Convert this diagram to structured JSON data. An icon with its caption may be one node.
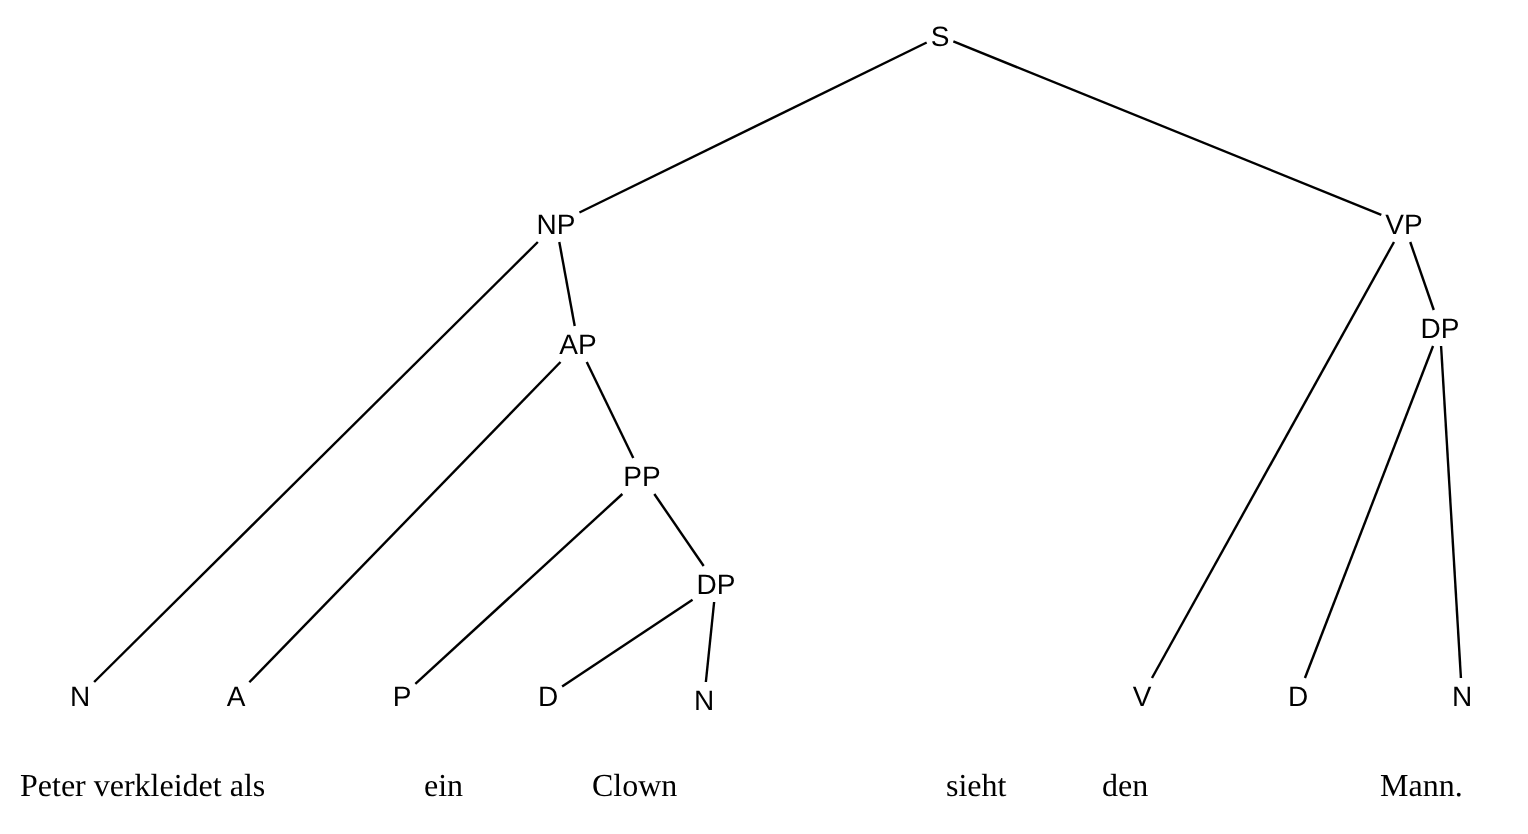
{
  "diagram": {
    "nodes": [
      {
        "text": [
          "S"
        ]
      },
      {
        "text": [
          "NP"
        ]
      },
      {
        "text": [
          "VP"
        ]
      },
      {
        "text": [
          "AP"
        ]
      },
      {
        "text": [
          "DP"
        ]
      },
      {
        "text": [
          "PP"
        ]
      },
      {
        "text": [
          "DP"
        ]
      },
      {
        "text": [
          "N"
        ]
      },
      {
        "text": [
          "A"
        ]
      },
      {
        "text": [
          "P"
        ]
      },
      {
        "text": [
          "D"
        ]
      },
      {
        "text": [
          "N"
        ]
      },
      {
        "text": [
          "V"
        ]
      },
      {
        "text": [
          "D"
        ]
      },
      {
        "text": [
          "N"
        ]
      }
    ],
    "edges": [
      {
        "from": 0,
        "to": 1,
        "arrow": "none"
      },
      {
        "from": 0,
        "to": 2,
        "arrow": "none"
      },
      {
        "from": 1,
        "to": 7,
        "arrow": "none"
      },
      {
        "from": 1,
        "to": 3,
        "arrow": "none"
      },
      {
        "from": 3,
        "to": 8,
        "arrow": "none"
      },
      {
        "from": 3,
        "to": 5,
        "arrow": "none"
      },
      {
        "from": 5,
        "to": 9,
        "arrow": "none"
      },
      {
        "from": 5,
        "to": 6,
        "arrow": "none"
      },
      {
        "from": 6,
        "to": 10,
        "arrow": "none"
      },
      {
        "from": 6,
        "to": 11,
        "arrow": "none"
      },
      {
        "from": 2,
        "to": 12,
        "arrow": "none"
      },
      {
        "from": 2,
        "to": 4,
        "arrow": "none"
      },
      {
        "from": 4,
        "to": 13,
        "arrow": "none"
      },
      {
        "from": 4,
        "to": 14,
        "arrow": "none"
      }
    ],
    "labels": [
      "Peter verkleidet als",
      "ein",
      "Clown",
      "sieht",
      "den",
      "Mann."
    ]
  }
}
